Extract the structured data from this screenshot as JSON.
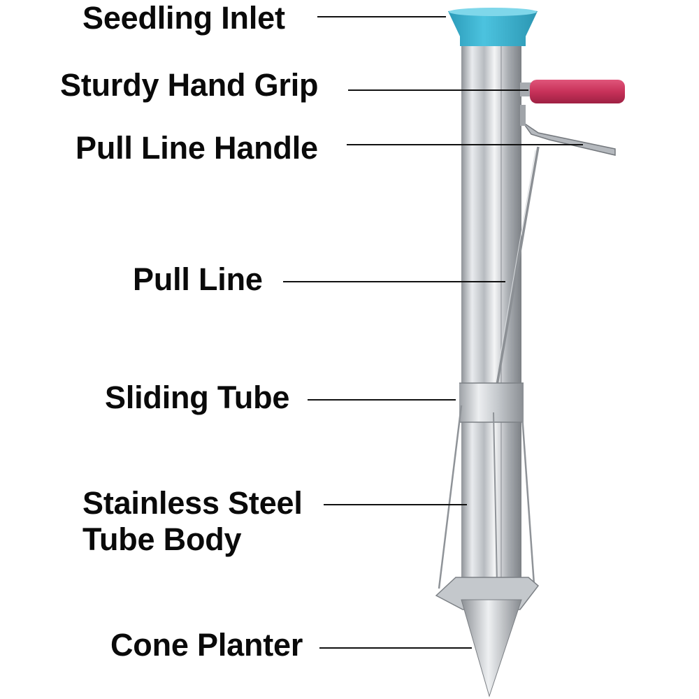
{
  "labels": {
    "seedling_inlet": "Seedling Inlet",
    "hand_grip": "Sturdy Hand Grip",
    "pull_line_handle": "Pull Line Handle",
    "pull_line": "Pull Line",
    "sliding_tube": "Sliding Tube",
    "tube_body_line1": "Stainless Steel",
    "tube_body_line2": "Tube Body",
    "cone_planter": "Cone Planter"
  },
  "colors": {
    "inlet": "#3cb3d0",
    "grip": "#c8325a",
    "steel": "#c9ccd0"
  }
}
